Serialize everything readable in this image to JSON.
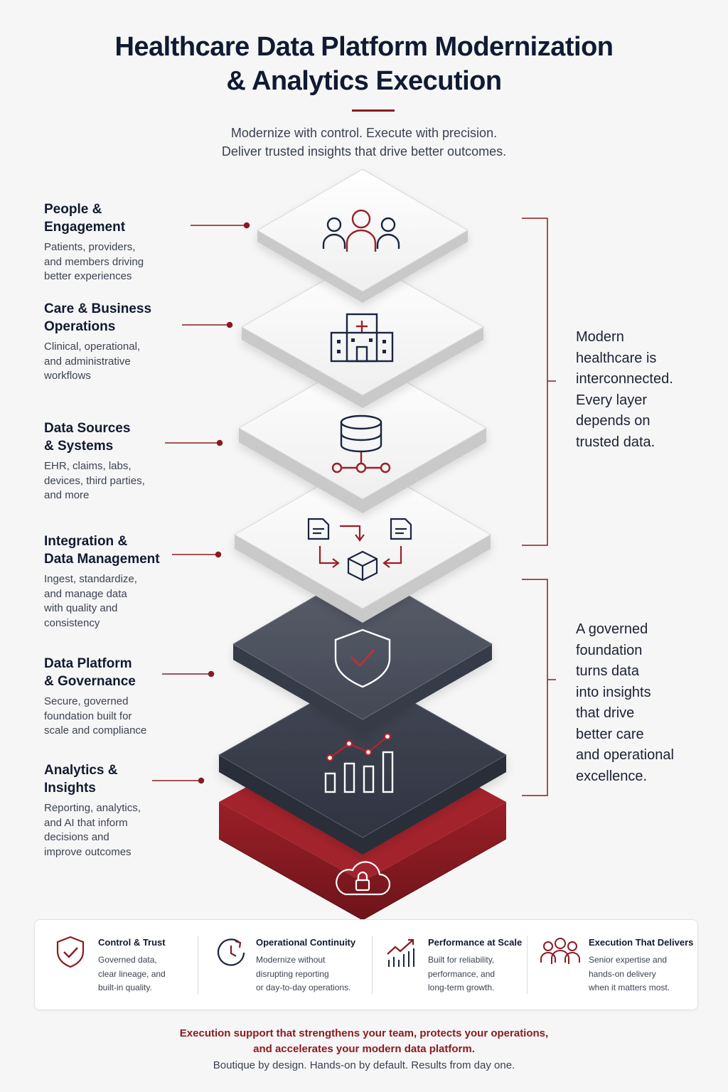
{
  "header": {
    "title_line1": "Healthcare Data Platform Modernization",
    "title_line2": "& Analytics Execution",
    "subtitle_line1": "Modernize with control. Execute with precision.",
    "subtitle_line2": "Deliver trusted insights that drive better outcomes."
  },
  "layers": [
    {
      "title_lines": [
        "People & Engagement"
      ],
      "desc_lines": [
        "Patients, providers,",
        "and members driving",
        "better experiences"
      ],
      "icon": "people-icon"
    },
    {
      "title_lines": [
        "Care & Business",
        "Operations"
      ],
      "desc_lines": [
        "Clinical, operational,",
        "and administrative",
        "workflows"
      ],
      "icon": "hospital-icon"
    },
    {
      "title_lines": [
        "Data Sources",
        "& Systems"
      ],
      "desc_lines": [
        "EHR, claims, labs,",
        "devices, third parties,",
        "and more"
      ],
      "icon": "database-icon"
    },
    {
      "title_lines": [
        "Integration &",
        "Data Management"
      ],
      "desc_lines": [
        "Ingest, standardize,",
        "and manage data",
        "with quality and",
        "consistency"
      ],
      "icon": "integration-icon"
    },
    {
      "title_lines": [
        "Data Platform",
        "& Governance"
      ],
      "desc_lines": [
        "Secure, governed",
        "foundation built for",
        "scale and compliance"
      ],
      "icon": "shield-check-icon"
    },
    {
      "title_lines": [
        "Analytics &",
        "Insights"
      ],
      "desc_lines": [
        "Reporting, analytics,",
        "and AI that inform",
        "decisions and",
        "improve outcomes"
      ],
      "icon": "analytics-chart-icon"
    }
  ],
  "base_icon": "cloud-lock-icon",
  "side_notes": {
    "upper_lines": [
      "Modern",
      "healthcare is",
      "interconnected.",
      "Every layer",
      "depends on",
      "trusted data."
    ],
    "lower_lines": [
      "A governed",
      "foundation",
      "turns data",
      "into insights",
      "that drive",
      "better care",
      "and operational",
      "excellence."
    ]
  },
  "features": [
    {
      "title": "Control & Trust",
      "desc_lines": [
        "Governed data,",
        "clear lineage, and",
        "built-in quality."
      ],
      "icon": "shield-check-icon"
    },
    {
      "title": "Operational Continuity",
      "desc_lines": [
        "Modernize without",
        "disrupting reporting",
        "or day-to-day operations."
      ],
      "icon": "clock-refresh-icon"
    },
    {
      "title": "Performance at Scale",
      "desc_lines": [
        "Built for reliability,",
        "performance, and",
        "long-term growth."
      ],
      "icon": "growth-chart-icon"
    },
    {
      "title": "Execution That Delivers",
      "desc_lines": [
        "Senior expertise and",
        "hands-on delivery",
        "when it matters most."
      ],
      "icon": "team-icon"
    }
  ],
  "footer": {
    "line1": "Execution support that strengthens your team, protects your operations,",
    "line2": "and accelerates your modern data platform.",
    "tagline": "Boutique by design. Hands-on by default. Results from day one."
  },
  "colors": {
    "accent_red": "#8a1b22",
    "navy": "#1a2540",
    "slate_layer": "#4a4f5c",
    "dark_layer": "#343947",
    "light_layer": "#f7f7f7"
  }
}
